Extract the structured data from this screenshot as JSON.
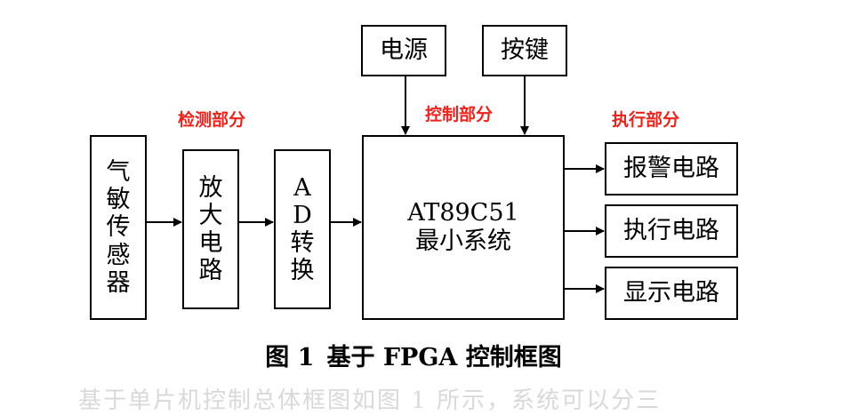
{
  "labels": {
    "detect": "检测部分",
    "control": "控制部分",
    "execute": "执行部分"
  },
  "boxes": {
    "sensor": [
      "气",
      "敏",
      "传",
      "感",
      "器"
    ],
    "amp": [
      "放",
      "大",
      "电",
      "路"
    ],
    "adc": [
      "A",
      "D",
      "转",
      "换"
    ],
    "power": "电源",
    "keys": "按键",
    "cpu_line1": "AT89C51",
    "cpu_line2": "最小系统",
    "alarm": "报警电路",
    "exec": "执行电路",
    "display": "显示电路"
  },
  "caption": {
    "number": "图 1",
    "text": "基于 FPGA 控制框图"
  },
  "ghost_text": "基于单片机控制总体框图如图 1 所示，系统可以分三"
}
